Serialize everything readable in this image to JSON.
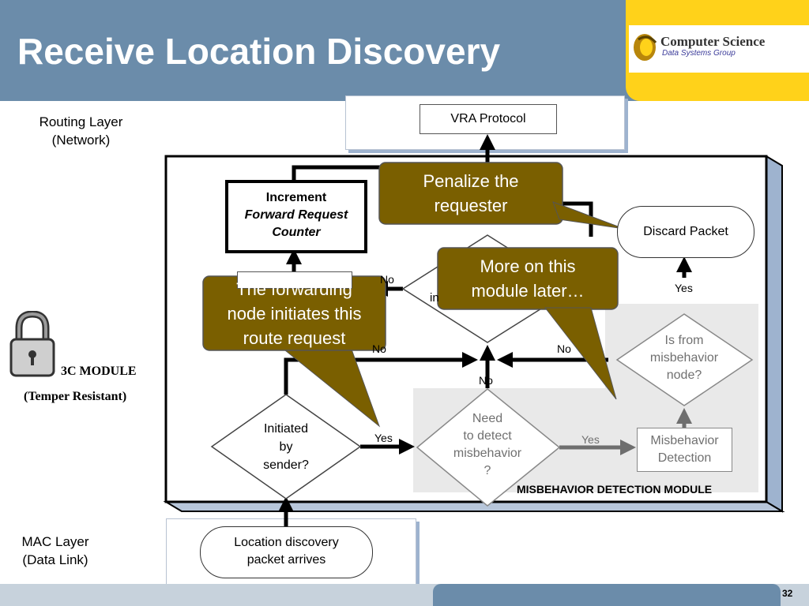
{
  "slide": {
    "title": "Receive Location Discovery",
    "page_number": "32"
  },
  "logo": {
    "name": "Computer Science",
    "subtitle": "Data Systems Group"
  },
  "layers": {
    "routing": "Routing Layer\n(Network)",
    "mac": "MAC Layer\n(Data Link)"
  },
  "module": {
    "name": "3C MODULE",
    "note": "(Temper Resistant)"
  },
  "nodes": {
    "vra": "VRA Protocol",
    "increment_line1": "Increment",
    "increment_line2": "Forward Request",
    "increment_line3": "Counter",
    "discard": "Discard Packet",
    "is_misbehavior": "Is from\nmisbehavior\nnode?",
    "need_detect": "Need\nto detect\nmisbehavior\n?",
    "misbehavior_detection": "Misbehavior\nDetection",
    "mdm_label": "MISBEHAVIOR DETECTION MODULE",
    "initiated": "Initiated\nby\nsender?",
    "location_arrives": "Location discovery\npacket arrives"
  },
  "edge_labels": {
    "no_top": "No",
    "no_left": "No",
    "no_right": "No",
    "no_bottom": "No",
    "yes_discard": "Yes",
    "yes_initiated": "Yes",
    "yes_need": "Yes"
  },
  "callouts": {
    "penalize": "Penalize the\nrequester",
    "more": "More on this\nmodule later…",
    "forwarding": "The forwarding\nnode initiates this\nroute request"
  },
  "colors": {
    "header": "#6b8caa",
    "logo_gold": "#ffd21a",
    "callout_fill": "#7a5f00",
    "mdm_fill": "#e9e9e9"
  }
}
